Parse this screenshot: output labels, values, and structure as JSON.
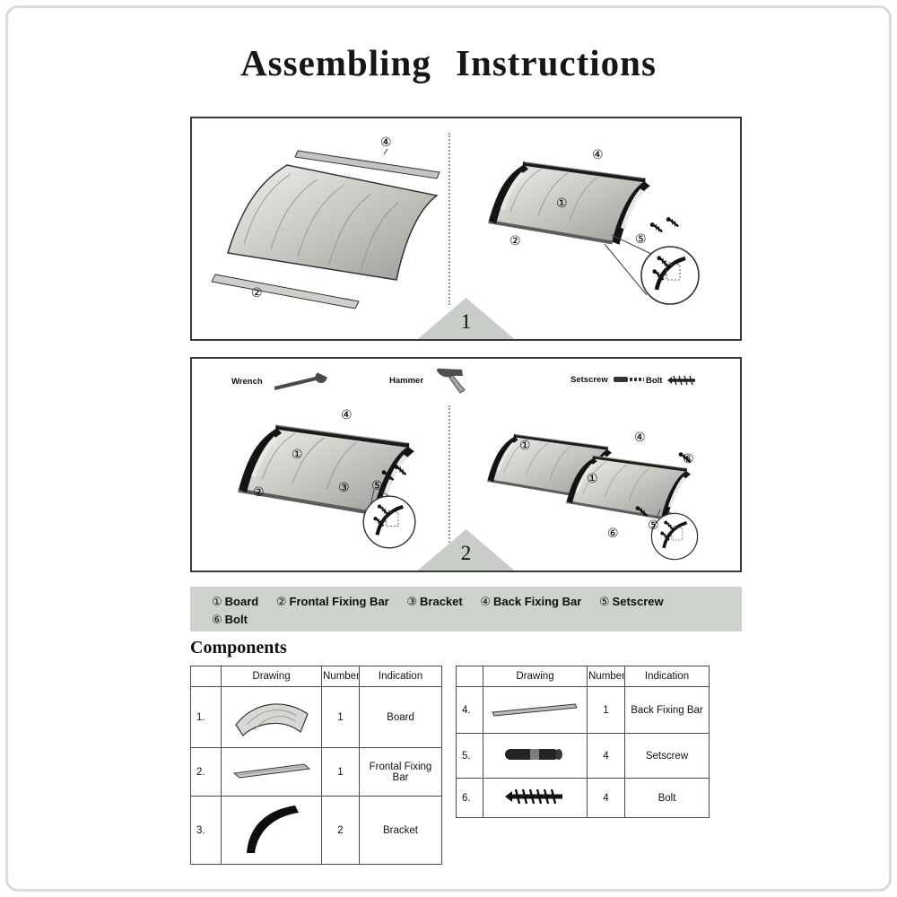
{
  "page": {
    "title": "Assembling  Instructions"
  },
  "parts": {
    "board": "①",
    "frontal_fixing_bar": "②",
    "bracket": "③",
    "back_fixing_bar": "④",
    "setscrew": "⑤",
    "bolt": "⑥"
  },
  "steps": {
    "step1": {
      "number": "1"
    },
    "step2": {
      "number": "2"
    }
  },
  "tools": {
    "wrench": "Wrench",
    "hammer": "Hammer",
    "setscrew": "Setscrew",
    "bolt": "Bolt"
  },
  "legend": {
    "line1": [
      {
        "num": "①",
        "label": "Board"
      },
      {
        "num": "②",
        "label": "Frontal Fixing Bar"
      },
      {
        "num": "③",
        "label": "Bracket"
      },
      {
        "num": "④",
        "label": "Back Fixing Bar"
      },
      {
        "num": "⑤",
        "label": "Setscrew"
      }
    ],
    "line2": [
      {
        "num": "⑥",
        "label": "Bolt"
      }
    ]
  },
  "components": {
    "heading": "Components",
    "headers": {
      "drawing": "Drawing",
      "number": "Number",
      "indication": "Indication"
    },
    "left_rows": [
      {
        "index": "1.",
        "number": "1",
        "indication": "Board"
      },
      {
        "index": "2.",
        "number": "1",
        "indication": "Frontal Fixing Bar"
      },
      {
        "index": "3.",
        "number": "2",
        "indication": "Bracket"
      }
    ],
    "right_rows": [
      {
        "index": "4.",
        "number": "1",
        "indication": "Back Fixing Bar"
      },
      {
        "index": "5.",
        "number": "4",
        "indication": "Setscrew"
      },
      {
        "index": "6.",
        "number": "4",
        "indication": "Bolt"
      }
    ]
  }
}
